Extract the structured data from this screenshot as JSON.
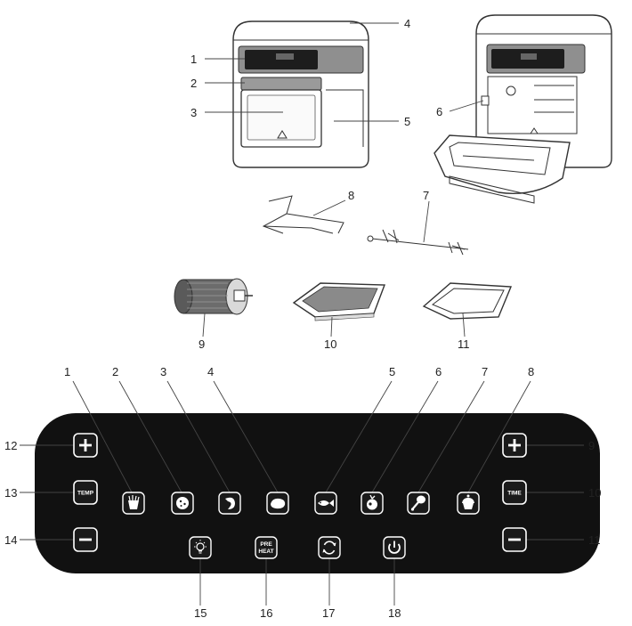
{
  "top": {
    "callouts": [
      "1",
      "2",
      "3",
      "4",
      "5",
      "6",
      "7",
      "8",
      "9",
      "10",
      "11"
    ]
  },
  "panel": {
    "top_labels": [
      "1",
      "2",
      "3",
      "4",
      "5",
      "6",
      "7",
      "8"
    ],
    "left_labels": [
      "12",
      "13",
      "14"
    ],
    "right_labels": [
      "9",
      "10",
      "11"
    ],
    "bottom_labels": [
      "15",
      "16",
      "17",
      "18"
    ],
    "temp_label": "TEMP",
    "time_label": "TIME",
    "preheat_line1": "PRE",
    "preheat_line2": "HEAT",
    "preset_icons": [
      "fries-icon",
      "pizza-icon",
      "shrimp-icon",
      "steak-icon",
      "fish-icon",
      "vegetables-icon",
      "chicken-leg-icon",
      "cake-icon"
    ],
    "bottom_icons": [
      "light-icon",
      "preheat-icon",
      "rotate-icon",
      "power-icon"
    ],
    "panel_color": "#111111",
    "button_color": "#1a1a1a"
  }
}
